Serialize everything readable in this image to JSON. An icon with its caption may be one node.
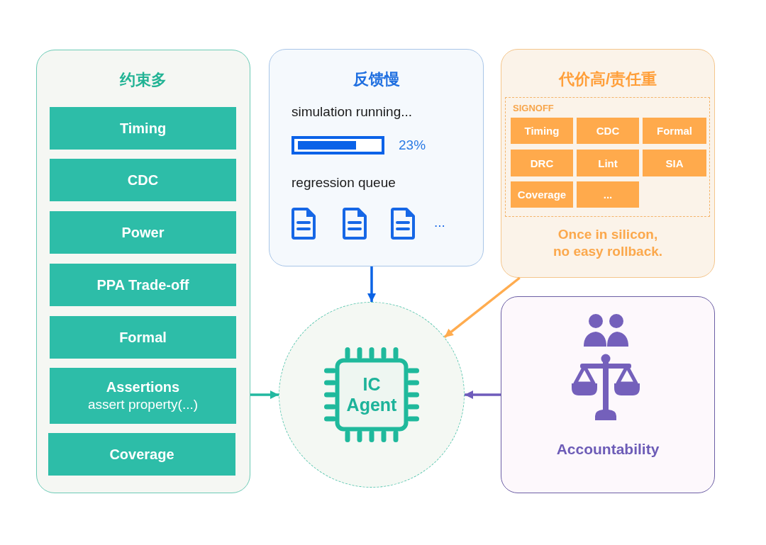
{
  "diagram": {
    "nodes": [
      {
        "text": [
          "约束多"
        ]
      },
      {
        "text": [
          "Timing"
        ],
        "in": 0
      },
      {
        "text": [
          "CDC"
        ],
        "in": 0
      },
      {
        "text": [
          "Power"
        ],
        "in": 0
      },
      {
        "text": [
          "PPA Trade-off"
        ],
        "in": 0
      },
      {
        "text": [
          "Formal"
        ],
        "in": 0
      },
      {
        "text": [
          "Assertions",
          "assert property(...)"
        ],
        "in": 0
      },
      {
        "text": [
          "Coverage"
        ],
        "in": 0
      },
      {
        "text": [
          "反馈慢",
          "simulation running...",
          "23%",
          "regression queue",
          "..."
        ]
      },
      {
        "text": [
          "代价高/责任重",
          "Once in silicon, no easy rollback."
        ]
      },
      {
        "text": [
          "SIGNOFF"
        ],
        "in": 9
      },
      {
        "text": [
          "Timing"
        ],
        "in": 10
      },
      {
        "text": [
          "CDC"
        ],
        "in": 10
      },
      {
        "text": [
          "Formal"
        ],
        "in": 10
      },
      {
        "text": [
          "DRC"
        ],
        "in": 10
      },
      {
        "text": [
          "Lint"
        ],
        "in": 10
      },
      {
        "text": [
          "SIA"
        ],
        "in": 10
      },
      {
        "text": [
          "Coverage"
        ],
        "in": 10
      },
      {
        "text": [
          "..."
        ],
        "in": 10
      },
      {
        "text": [],
        "shape": "circle"
      },
      {
        "text": [
          "IC Agent"
        ],
        "in": 19
      },
      {
        "text": [
          "Accountability"
        ]
      }
    ],
    "edges": [
      {
        "from": 0,
        "to": 19,
        "arrow": "to",
        "color": "#22b8a0"
      },
      {
        "from": 8,
        "to": 19,
        "arrow": "to",
        "color": "#0b63e5"
      },
      {
        "from": 9,
        "to": 19,
        "arrow": "to",
        "color": "#ffac4f"
      },
      {
        "from": 21,
        "to": 19,
        "arrow": "to",
        "color": "#6f5cbb"
      }
    ]
  }
}
